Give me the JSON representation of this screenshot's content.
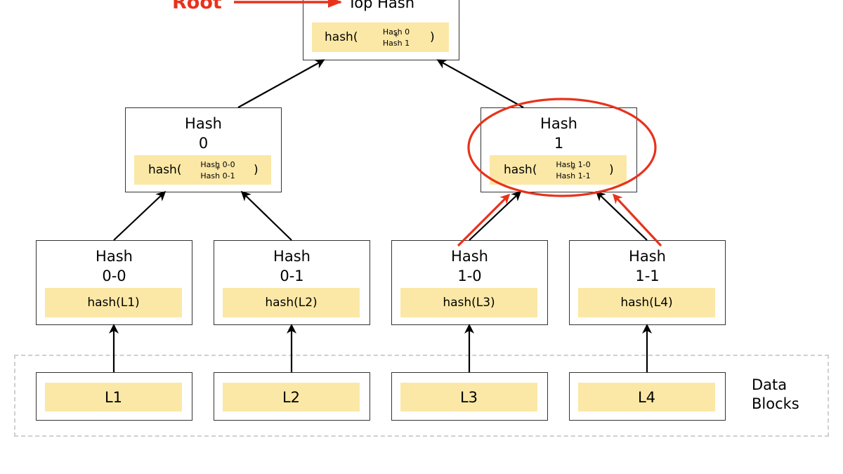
{
  "root_label": "Root",
  "top": {
    "title": "Top Hash",
    "func": "hash(",
    "close": ")",
    "a": "Hash 0",
    "plus": "+",
    "b": "Hash 1"
  },
  "level1": [
    {
      "line1": "Hash",
      "line2": "0",
      "func": "hash(",
      "close": ")",
      "a": "Hash 0-0",
      "plus": "+",
      "b": "Hash 0-1"
    },
    {
      "line1": "Hash",
      "line2": "1",
      "func": "hash(",
      "close": ")",
      "a": "Hash 1-0",
      "plus": "+",
      "b": "Hash 1-1"
    }
  ],
  "leaves": [
    {
      "line1": "Hash",
      "line2": "0-0",
      "value": "hash(L1)"
    },
    {
      "line1": "Hash",
      "line2": "0-1",
      "value": "hash(L2)"
    },
    {
      "line1": "Hash",
      "line2": "1-0",
      "value": "hash(L3)"
    },
    {
      "line1": "Hash",
      "line2": "1-1",
      "value": "hash(L4)"
    }
  ],
  "blocks": [
    "L1",
    "L2",
    "L3",
    "L4"
  ],
  "data_blocks_label": {
    "line1": "Data",
    "line2": "Blocks"
  },
  "colors": {
    "highlight": "#e8321c",
    "hash_fill": "#fbe8a6",
    "dashed_border": "#cfcfcf"
  }
}
